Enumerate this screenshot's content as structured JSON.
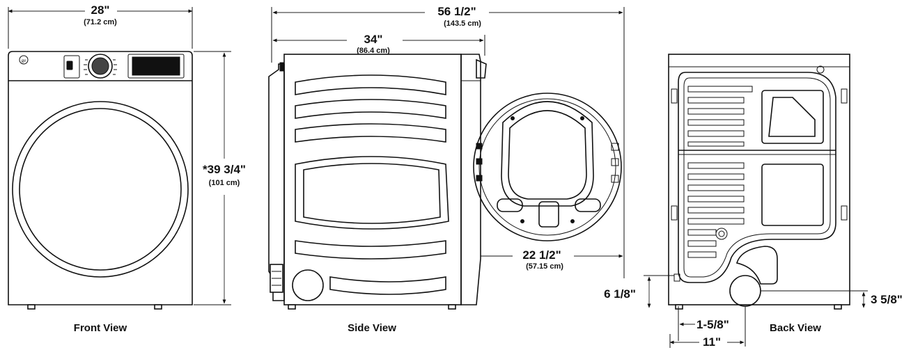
{
  "front_view": {
    "caption": "Front View",
    "width_in": "28\"",
    "width_cm": "(71.2 cm)",
    "height_in": "*39 3/4\"",
    "height_cm": "(101 cm)",
    "logo_icon": "ge-logo-icon"
  },
  "side_view": {
    "caption": "Side View",
    "total_depth_in": "56 1/2\"",
    "total_depth_cm": "(143.5 cm)",
    "depth_in": "34\"",
    "depth_cm": "(86.4 cm)",
    "door_in": "22 1/2\"",
    "door_cm": "(57.15 cm)"
  },
  "back_view": {
    "caption": "Back View",
    "vent_height_left": "6 1/8\"",
    "vent_height_right": "3 5/8\"",
    "vent_offset_small": "1-5/8\"",
    "vent_offset_large": "11\""
  }
}
